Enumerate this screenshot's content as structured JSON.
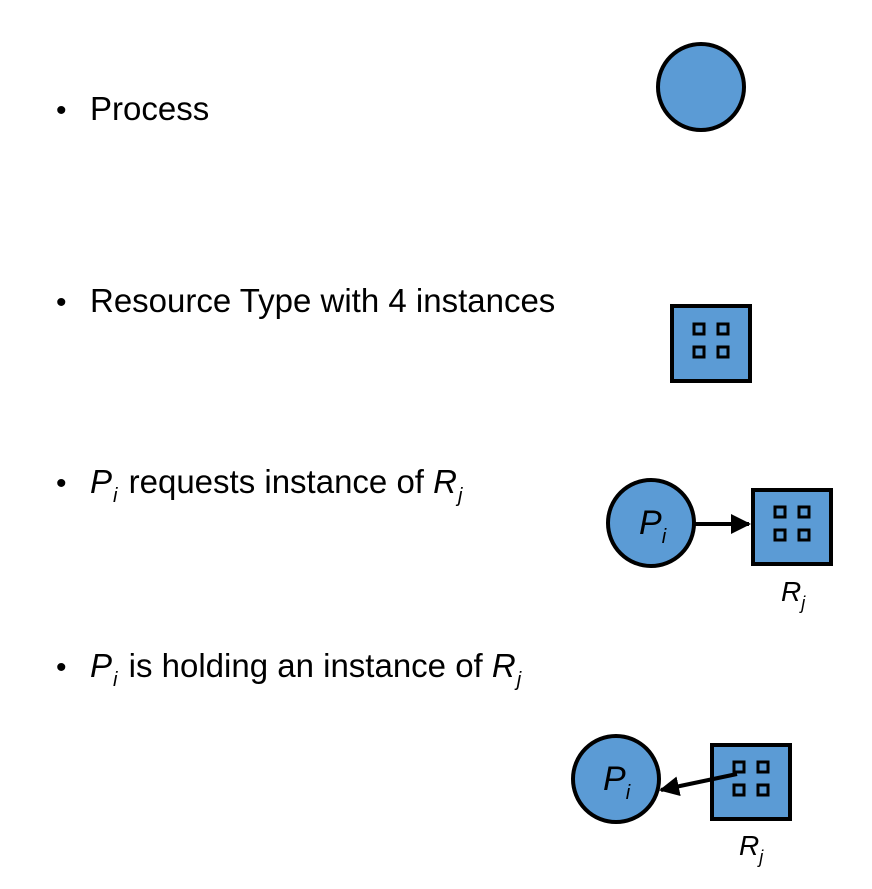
{
  "items": [
    {
      "text": "Process",
      "glyph": "process-circle"
    },
    {
      "text": "Resource Type with 4 instances",
      "glyph": "resource-square",
      "instances": 4
    },
    {
      "text_parts": [
        "P",
        "i",
        " requests instance of ",
        "R",
        "j"
      ],
      "glyph": "request-edge"
    },
    {
      "text_parts": [
        "P",
        "i",
        " is holding an instance of ",
        "R",
        "j"
      ],
      "glyph": "assignment-edge"
    }
  ],
  "diagram": {
    "process_label": "P",
    "process_subscript": "i",
    "resource_label": "R",
    "resource_subscript": "j"
  },
  "colors": {
    "fill": "#5b9bd5",
    "stroke": "#000000",
    "text": "#000000"
  }
}
